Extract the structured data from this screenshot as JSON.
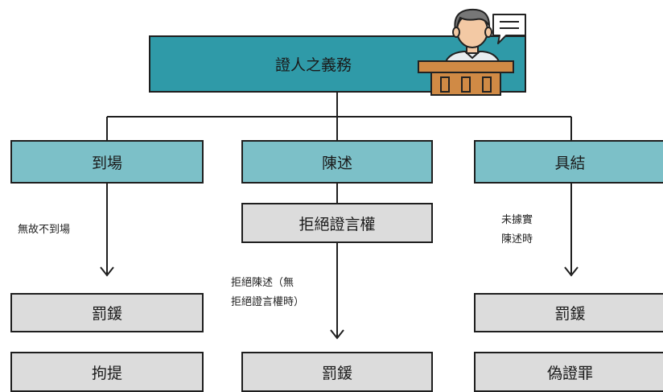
{
  "root": {
    "label": "證人之義務"
  },
  "duties": [
    {
      "label": "到場"
    },
    {
      "label": "陳述"
    },
    {
      "label": "具結"
    }
  ],
  "middle": {
    "label": "拒絕證言權"
  },
  "conditions": {
    "left": "無故不到場",
    "middle_line1": "拒絕陳述（無",
    "middle_line2": "拒絕證言權時）",
    "right_line1": "未據實",
    "right_line2": "陳述時"
  },
  "results": {
    "left_1": "罰鍰",
    "left_2": "拘提",
    "middle_1": "罰鍰",
    "right_1": "罰鍰",
    "right_2": "偽證罪"
  },
  "icons": {
    "witness": "witness-at-podium-icon",
    "speech": "speech-bubble-icon"
  },
  "colors": {
    "root": "#2f9aa8",
    "duty": "#7cc0c8",
    "result": "#dcdcdc",
    "podium": "#d08a45"
  }
}
